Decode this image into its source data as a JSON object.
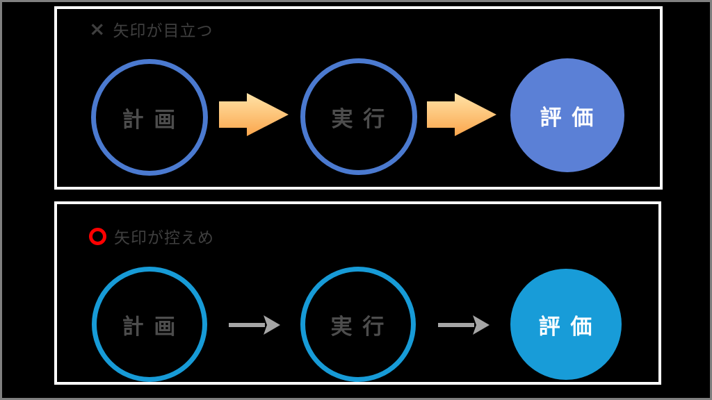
{
  "colors": {
    "background": "#000000",
    "frame_border": "#808080",
    "panel_border": "#ffffff",
    "top_circle_stroke": "#4b7ad0",
    "top_circle_fill": "#5b80d6",
    "bottom_circle_stroke": "#179bd7",
    "bottom_circle_fill": "#189cd8",
    "circle_text": "#4d4d4d",
    "circle_text_filled": "#ffffff",
    "label_text": "#3f3f3f",
    "cross_mark": "#3f3f3f",
    "ring_mark": "#ff0000",
    "block_arrow_top": "#ffe3a8",
    "block_arrow_bottom": "#fba64c",
    "thin_arrow": "#a6a6a6"
  },
  "top_panel": {
    "mark": "×",
    "caption": "矢印が目立つ",
    "steps": [
      {
        "label": "計 画"
      },
      {
        "label": "実 行"
      },
      {
        "label": "評 価"
      }
    ]
  },
  "bottom_panel": {
    "caption": "矢印が控えめ",
    "steps": [
      {
        "label": "計 画"
      },
      {
        "label": "実 行"
      },
      {
        "label": "評 価"
      }
    ]
  }
}
